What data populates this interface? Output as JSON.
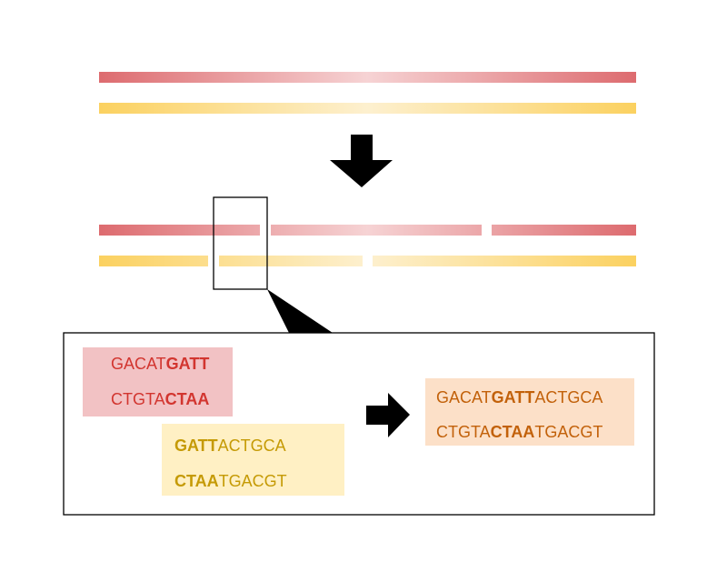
{
  "colors": {
    "red_strand": "#dd6b6f",
    "red_strand_light": "#f6d3d4",
    "yellow_strand": "#fbd160",
    "yellow_strand_light": "#fdf0cf",
    "red_box_fill": "#f2c2c4",
    "red_text": "#d2352f",
    "yellow_box_fill": "#fff0c4",
    "yellow_text": "#c59a05",
    "orange_box_fill": "#fce0c8",
    "orange_text": "#c2610a",
    "arrow": "#000000",
    "frame": "#000000"
  },
  "icons": {
    "down_arrow": "arrow-down-icon",
    "right_arrow": "arrow-right-icon"
  },
  "fragments": {
    "red": {
      "top": {
        "normal": "GACAT",
        "bold": "GATT"
      },
      "bottom": {
        "normal": "CTGTA",
        "bold": "CTAA"
      }
    },
    "yellow": {
      "top": {
        "bold": "GATT",
        "normal": "ACTGCA"
      },
      "bottom": {
        "bold": "CTAA",
        "normal": "TGACGT"
      }
    },
    "joined": {
      "top": {
        "pre": "GACAT",
        "bold": "GATT",
        "post": "ACTGCA"
      },
      "bottom": {
        "pre": "CTGTA",
        "bold": "CTAA",
        "post": "TGACGT"
      }
    }
  }
}
